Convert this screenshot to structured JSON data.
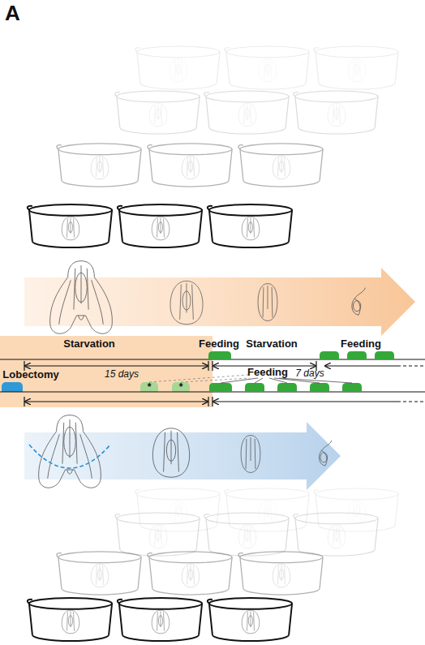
{
  "diagram": {
    "nodes": [
      {
        "text": [
          "Starvation",
          "15 days"
        ]
      },
      {
        "text": [
          "Lobectomy"
        ],
        "in": 0
      },
      {
        "text": [
          "*"
        ],
        "in": 0
      },
      {
        "text": [
          "*"
        ],
        "in": 0
      }
    ],
    "labels": [
      "A",
      "Feeding",
      "Starvation",
      "7 days",
      "Feeding",
      "Feeding"
    ]
  }
}
